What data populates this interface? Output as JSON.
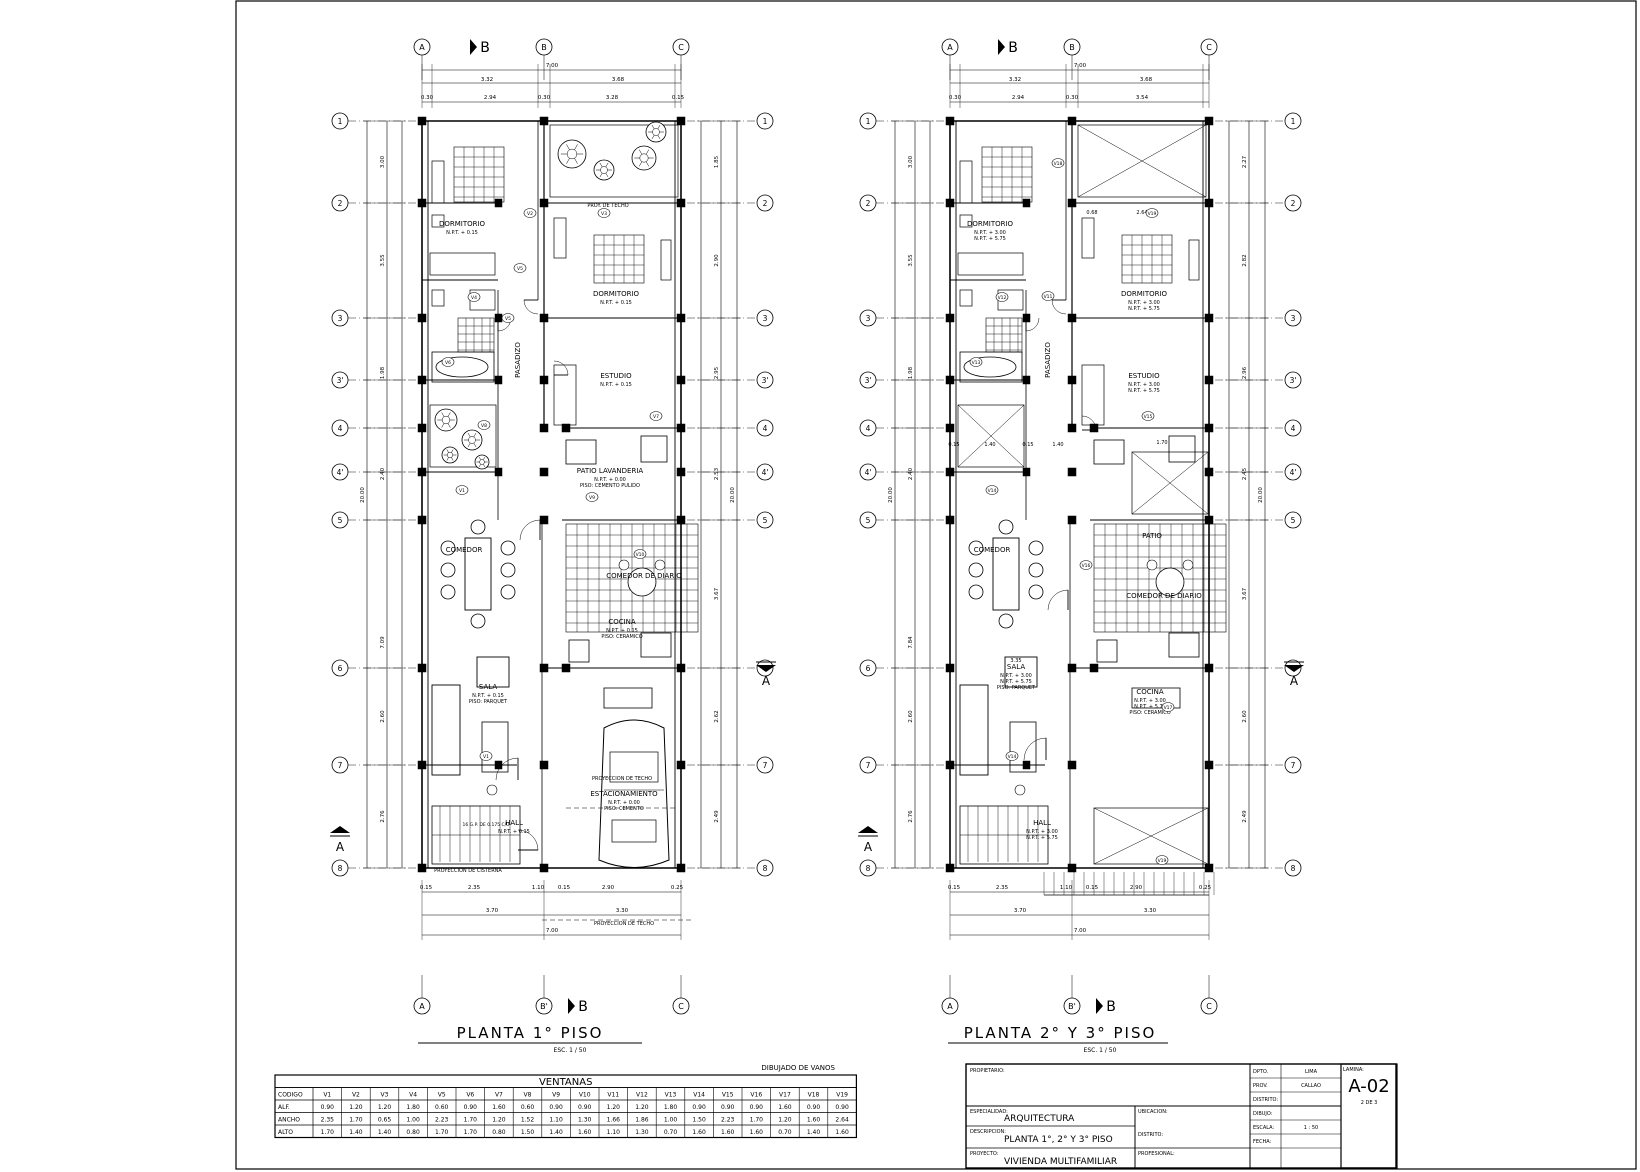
{
  "plans": [
    {
      "title": "PLANTA  1°  PISO",
      "scale": "ESC. 1 / 50",
      "dims_top_total": "7.00",
      "dims_top_split": [
        "3.32",
        "3.68"
      ],
      "dims_top_detail": [
        "0.30",
        "2.94",
        "0.30",
        "3.28",
        "0.15"
      ],
      "dims_bottom_detail": [
        "0.15",
        "2.35",
        "1.10",
        "0.15",
        "2.90",
        "0.25"
      ],
      "dims_bottom_split": [
        "3.70",
        "3.30"
      ],
      "dims_bottom_total": "7.00",
      "dims_left_total": "20.00",
      "dims_right_total": "20.00",
      "dims_left": [
        "3.00",
        "3.55",
        "1.98",
        "2.40",
        "7.09",
        "2.60",
        "2.76"
      ],
      "dims_right": [
        "1.85",
        "2.90",
        "2.95",
        "2.53",
        "3.67",
        "2.62",
        "2.49"
      ],
      "rooms": [
        {
          "name": "DORMITORIO",
          "npt": "N.P.T. + 0.15"
        },
        {
          "name": "DORMITORIO",
          "npt": "N.P.T. + 0.15"
        },
        {
          "name": "ESTUDIO",
          "npt": "N.P.T. + 0.15"
        },
        {
          "name": "PASADIZO",
          "npt": ""
        },
        {
          "name": "COMEDOR",
          "npt": ""
        },
        {
          "name": "SALA",
          "npt": "N.P.T. + 0.15",
          "extra": "PISO: PARQUET"
        },
        {
          "name": "COMEDOR DE DIARIO",
          "npt": ""
        },
        {
          "name": "COCINA",
          "npt": "N.P.T. + 0.15",
          "extra": "PISO: CERAMICO"
        },
        {
          "name": "PATIO LAVANDERIA",
          "npt": "N.P.T. + 0.00",
          "extra": "PISO: CEMENTO PULIDO"
        },
        {
          "name": "HALL",
          "npt": "N.P.T. + 0.15"
        },
        {
          "name": "ESTACIONAMIENTO",
          "npt": "N.P.T. + 0.00",
          "extra": "PISO: CEMENTO"
        }
      ],
      "notes": [
        "PROY. DE TECHO",
        "PROYECCION DE TECHO",
        "PROYECCION DE TECHO",
        "PROYECCION DE CISTERNA",
        "16 G.P. DE 0.175 C/U"
      ]
    },
    {
      "title": "PLANTA  2°  Y  3°  PISO",
      "scale": "ESC. 1 / 50",
      "dims_top_total": "7.00",
      "dims_top_split": [
        "3.32",
        "3.68"
      ],
      "dims_top_detail": [
        "0.30",
        "2.94",
        "0.30",
        "3.54"
      ],
      "dims_bottom_detail": [
        "0.15",
        "2.35",
        "1.10",
        "0.15",
        "2.90",
        "0.25"
      ],
      "dims_bottom_split": [
        "3.70",
        "3.30"
      ],
      "dims_bottom_total": "7.00",
      "dims_left_total": "20.00",
      "dims_right_total": "20.00",
      "dims_left": [
        "3.00",
        "3.55",
        "1.98",
        "2.40",
        "7.84",
        "2.60",
        "2.76"
      ],
      "dims_right": [
        "2.27",
        "2.82",
        "2.96",
        "2.45",
        "3.67",
        "2.60",
        "2.49"
      ],
      "rooms": [
        {
          "name": "DORMITORIO",
          "npt": "N.P.T. + 3.00",
          "npt2": "N.P.T. + 5.75"
        },
        {
          "name": "DORMITORIO",
          "npt": "N.P.T. + 3.00",
          "npt2": "N.P.T. + 5.75"
        },
        {
          "name": "ESTUDIO",
          "npt": "N.P.T. + 3.00",
          "npt2": "N.P.T. + 5.75"
        },
        {
          "name": "PASADIZO",
          "npt": ""
        },
        {
          "name": "COMEDOR",
          "npt": ""
        },
        {
          "name": "SALA",
          "npt": "N.P.T. + 3.00",
          "npt2": "N.P.T. + 5.75",
          "extra": "PISO: PARQUET"
        },
        {
          "name": "PATIO",
          "npt": ""
        },
        {
          "name": "COMEDOR DE DIARIO",
          "npt": ""
        },
        {
          "name": "COCINA",
          "npt": "N.P.T. + 3.00",
          "npt2": "N.P.T. + 5.75",
          "extra": "PISO: CERAMICO"
        },
        {
          "name": "HALL",
          "npt": "N.P.T. + 3.00",
          "npt2": "N.P.T. + 5.75"
        }
      ],
      "notes": [
        "3.35",
        "1.70",
        "0.68",
        "2.64",
        "0.15",
        "1.40",
        "0.15",
        "1.40"
      ]
    }
  ],
  "axes_letters_top": [
    "A",
    "B",
    "B",
    "C"
  ],
  "axes_letters_bottom": [
    "A",
    "B'",
    "B",
    "C"
  ],
  "axes_numbers": [
    "1",
    "2",
    "3",
    "3'",
    "4",
    "4'",
    "5",
    "6",
    "7",
    "8"
  ],
  "section_marks": [
    "A",
    "A"
  ],
  "window_table": {
    "title": "VENTANAS",
    "headers": [
      "CODIGO",
      "V1",
      "V2",
      "V3",
      "V4",
      "V5",
      "V6",
      "V7",
      "V8",
      "V9",
      "V10",
      "V11",
      "V12",
      "V13",
      "V14",
      "V15",
      "V16",
      "V17",
      "V18",
      "V19"
    ],
    "rows": [
      [
        "ALF.",
        "0.90",
        "1.20",
        "1.20",
        "1.80",
        "0.60",
        "0.90",
        "1.60",
        "0.60",
        "0.90",
        "0.90",
        "1.20",
        "1.20",
        "1.80",
        "0.90",
        "0.90",
        "0.90",
        "1.60",
        "0.90",
        "0.90"
      ],
      [
        "ANCHO",
        "2.35",
        "1.70",
        "0.65",
        "1.00",
        "2.23",
        "1.70",
        "1.20",
        "1.52",
        "1.10",
        "1.30",
        "1.66",
        "1.86",
        "1.00",
        "1.50",
        "2.23",
        "1.70",
        "1.20",
        "1.60",
        "2.64"
      ],
      [
        "ALTO",
        "1.70",
        "1.40",
        "1.40",
        "0.80",
        "1.70",
        "1.70",
        "0.80",
        "1.50",
        "1.40",
        "1.60",
        "1.10",
        "1.30",
        "0.70",
        "1.60",
        "1.60",
        "1.60",
        "0.70",
        "1.40",
        "1.60"
      ]
    ],
    "note": "DIBUJADO DE VANOS"
  },
  "title_block": {
    "propietario_label": "PROPIETARIO:",
    "dpto_label": "DPTO.",
    "dpto_value": "LIMA",
    "prov_label": "PROV.",
    "prov_value": "CALLAO",
    "distrito_label": "DISTRITO:",
    "lamina_label": "LAMINA:",
    "lamina_value": "A-02",
    "lamina_count": "2   DE   3",
    "especialidad_label": "ESPECIALIDAD:",
    "especialidad_value": "ARQUITECTURA",
    "ubicacion_label": "UBICACION:",
    "descripcion_label": "DESCRIPCION:",
    "descripcion_value": "PLANTA  1°, 2°  Y  3°  PISO",
    "distrito2_label": "DISTRITO:",
    "proyecto_label": "PROYECTO:",
    "proyecto_value": "VIVIENDA  MULTIFAMILIAR",
    "profesional_label": "PROFESIONAL:",
    "dibujo_label": "DIBUJO:",
    "escala_label": "ESCALA:",
    "escala_value": "1 : 50",
    "fecha_label": "FECHA:"
  }
}
